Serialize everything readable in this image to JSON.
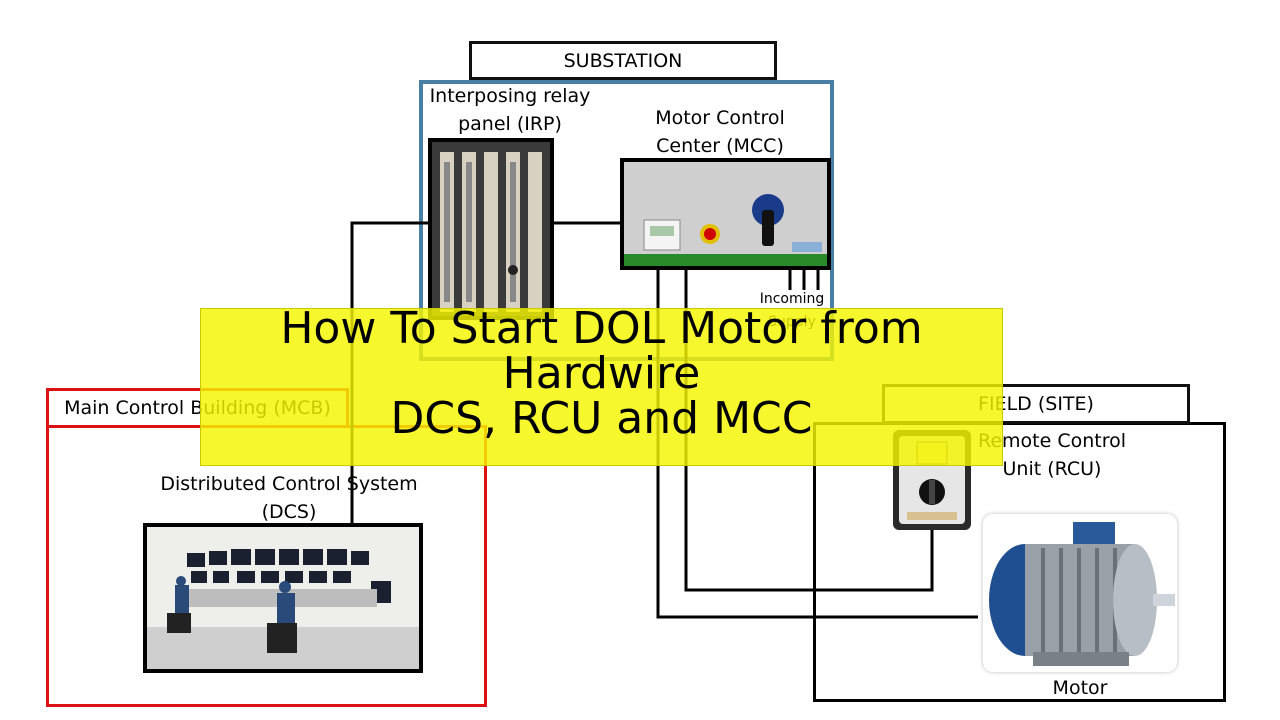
{
  "diagram": {
    "substation": {
      "title": "SUBSTATION",
      "irp_label": "Interposing relay panel (IRP)",
      "mcc_label": "Motor Control Center (MCC)",
      "incoming_supply_label": "Incoming Supply"
    },
    "mcb": {
      "title": "Main Control Building (MCB)",
      "dcs_label": "Distributed Control System (DCS)"
    },
    "field": {
      "title": "FIELD (SITE)",
      "rcu_label": "Remote Control Unit (RCU)",
      "motor_label": "Motor"
    }
  },
  "banner": {
    "line1": "How To Start DOL Motor from",
    "line2": "Hardwire",
    "line3": "DCS, RCU and MCC"
  },
  "colors": {
    "substation_border": "#4a7fa5",
    "mcb_border": "#dd1111",
    "field_border": "#000000",
    "banner_fill": "#f5f500"
  }
}
